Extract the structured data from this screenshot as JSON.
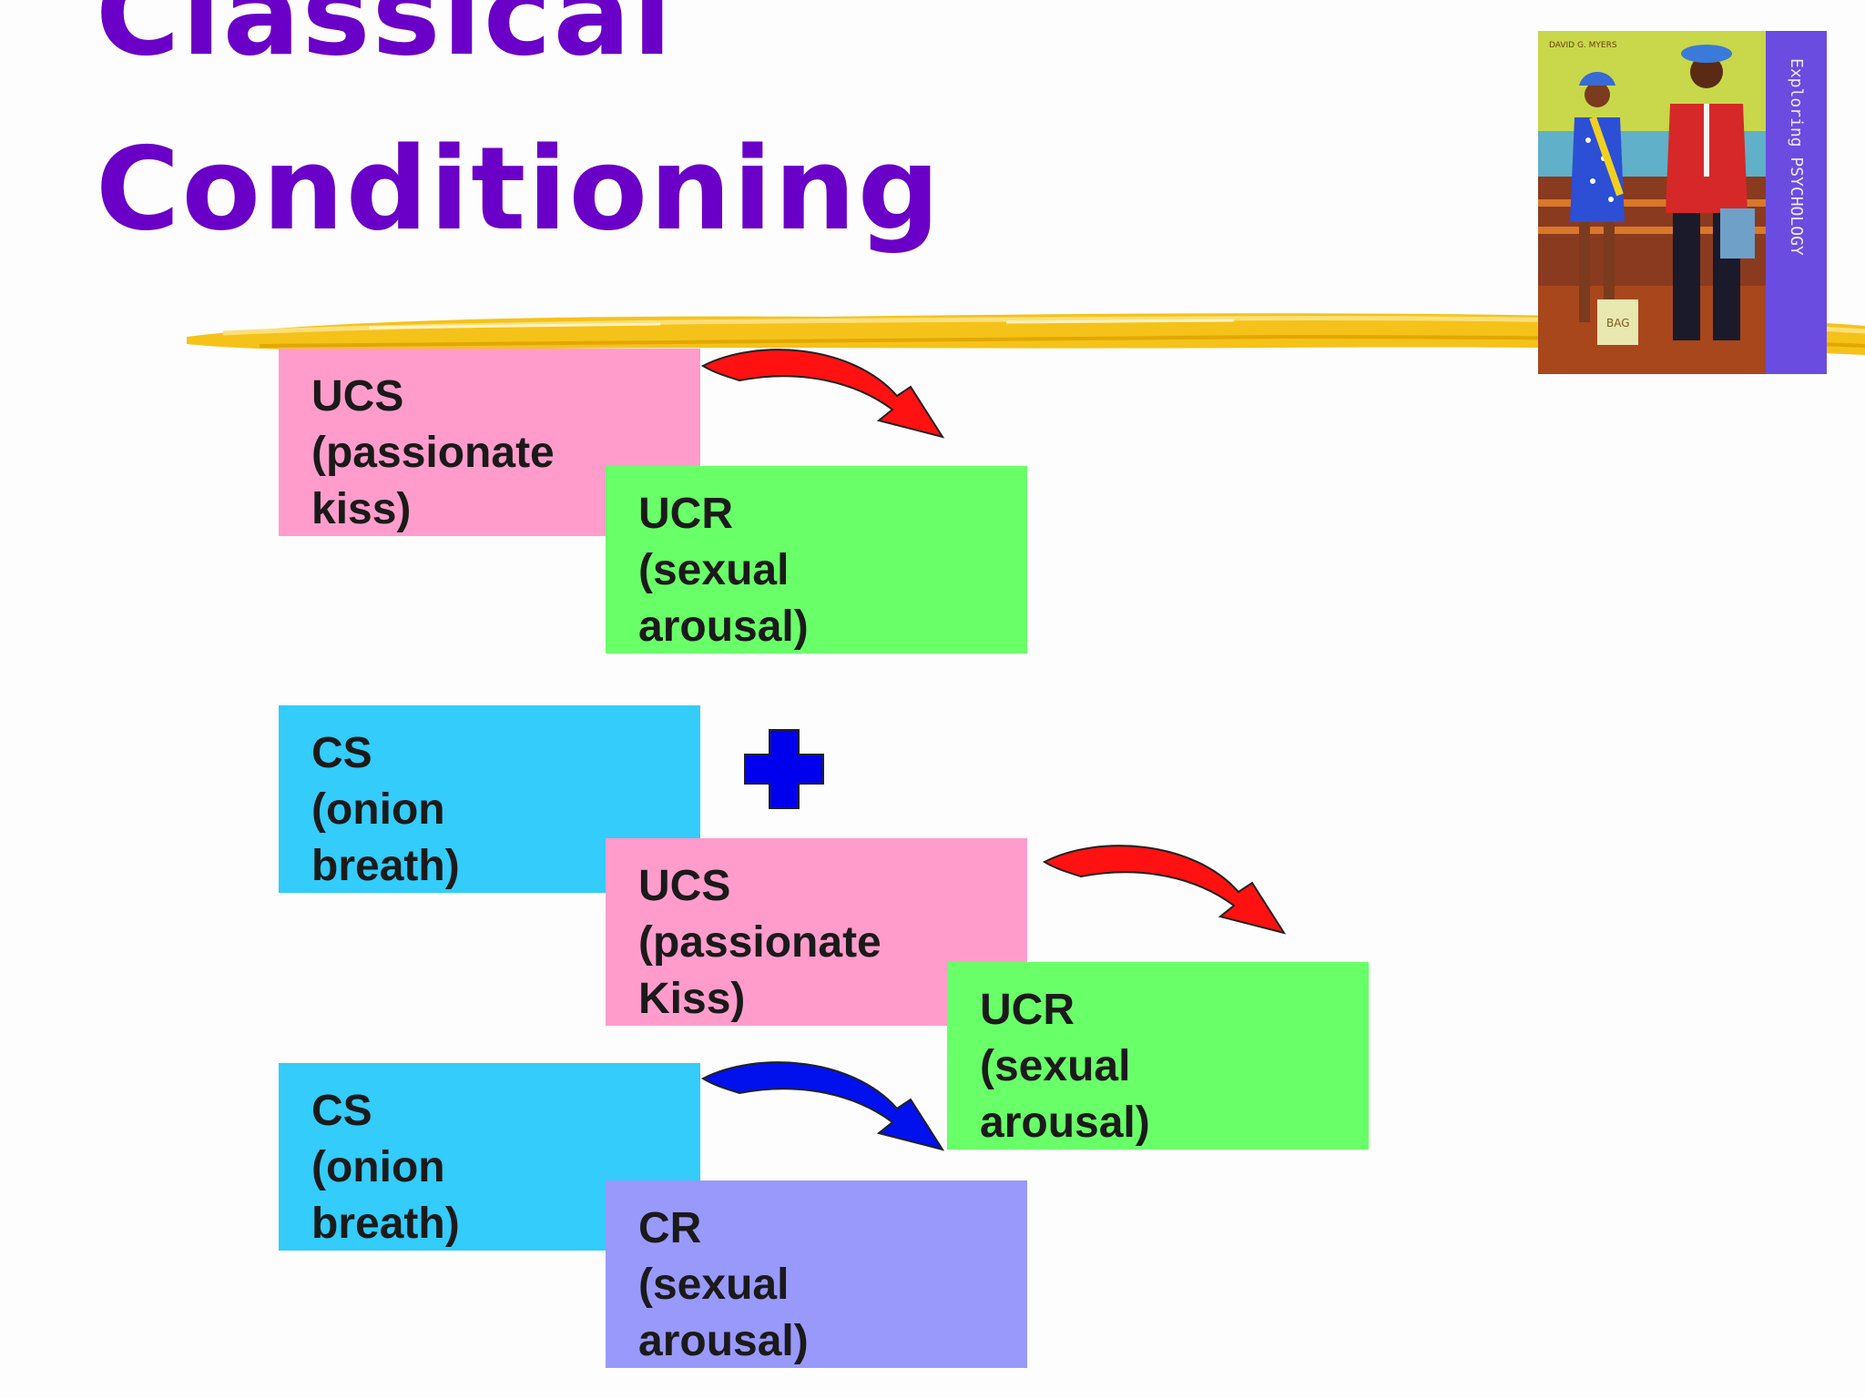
{
  "title": {
    "line1": "Classical",
    "line2": "Conditioning"
  },
  "book_cover": {
    "author": "DAVID G. MYERS",
    "spine_title": "Exploring PSYCHOLOGY",
    "bag_label": "BAG"
  },
  "boxes": {
    "ucs1": {
      "code": "UCS",
      "line2": "(passionate",
      "line3": "kiss)"
    },
    "ucr1": {
      "code": "UCR",
      "line2": "(sexual",
      "line3": "arousal)"
    },
    "cs1": {
      "code": "CS",
      "line2": "(onion",
      "line3": "breath)"
    },
    "ucs2": {
      "code": "UCS",
      "line2": "(passionate",
      "line3": "Kiss)"
    },
    "ucr2": {
      "code": "UCR",
      "line2": "(sexual",
      "line3": "arousal)"
    },
    "cs2": {
      "code": "CS",
      "line2": "(onion",
      "line3": "breath)"
    },
    "cr": {
      "code": "CR",
      "line2": "(sexual",
      "line3": "arousal)"
    }
  },
  "colors": {
    "title": "#6a00c8",
    "ucs": "#ff9ccc",
    "ucr": "#69ff69",
    "cs": "#33ccfb",
    "cr": "#9999fb",
    "arrow_unconditioned": "#ff1111",
    "arrow_conditioned": "#0011ee",
    "plus": "#0000ee",
    "brush": "#f5c21a"
  },
  "icons": {
    "curved_arrow": "curved-arrow-icon",
    "plus": "plus-icon"
  }
}
